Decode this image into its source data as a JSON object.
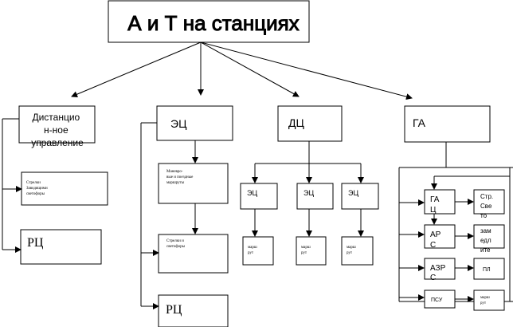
{
  "title": "А и Т на станциях",
  "branches": {
    "remote": {
      "label_lines": [
        "Дистанцио",
        "н-ное",
        "управление"
      ],
      "signals_lines": [
        "Стрелки",
        "Заводящими",
        "светофоры"
      ],
      "rc": "РЦ"
    },
    "ec": {
      "label": "ЭЦ",
      "routes_lines": [
        "Маневро-",
        "вые и поездные",
        "маршруты"
      ],
      "signals_lines": [
        "Стрелки и",
        "светофоры"
      ],
      "rc": "РЦ"
    },
    "dc": {
      "label": "ДЦ",
      "sub": [
        {
          "label": "ЭЦ",
          "route_lines": [
            "марш",
            "рут"
          ]
        },
        {
          "label": "ЭЦ",
          "route_lines": [
            "марш",
            "рут"
          ]
        },
        {
          "label": "ЭЦ",
          "route_lines": [
            "марш",
            "рут"
          ]
        }
      ]
    },
    "ga": {
      "label": "ГА",
      "rows": [
        {
          "left_lines": [
            "ГА",
            "Ц"
          ],
          "right_lines": [
            "Стр.",
            "Све",
            "то"
          ]
        },
        {
          "left_lines": [
            "АР",
            "С"
          ],
          "right_lines": [
            "зам",
            "едл",
            "ите"
          ]
        },
        {
          "left_lines": [
            "АЗР",
            "С"
          ],
          "right_lines": [
            "ПЛ"
          ]
        },
        {
          "left_lines": [
            "ПСУ"
          ],
          "right_lines": [
            "марш",
            "рут"
          ]
        }
      ]
    }
  }
}
